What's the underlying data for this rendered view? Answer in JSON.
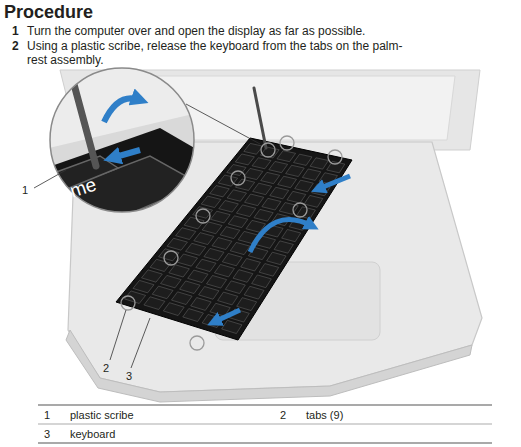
{
  "diagram": {
    "title": "Procedure",
    "labels": [
      "1",
      "Turn the computer over and open the display as far as possible.",
      "2",
      "Using a plastic scribe, release the keyboard from the tabs on the palm-rest assembly.",
      "me",
      "1",
      "2",
      "3",
      "1",
      "plastic scribe",
      "2",
      "tabs (9)",
      "3",
      "keyboard"
    ]
  }
}
